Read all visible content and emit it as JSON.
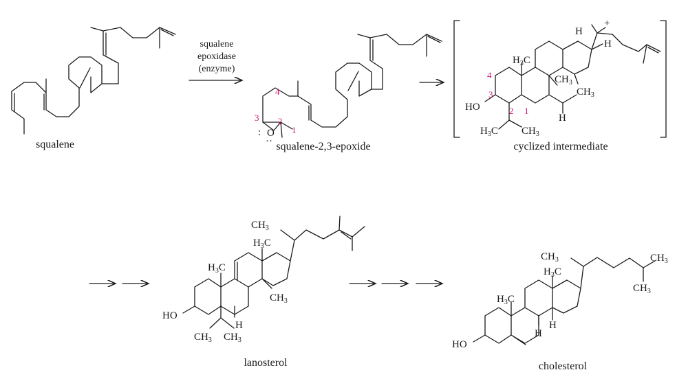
{
  "labels": {
    "squalene": "squalene",
    "epoxide": "squalene-2,3-epoxide",
    "cyclized": "cyclized intermediate",
    "lanosterol": "lanosterol",
    "cholesterol": "cholesterol"
  },
  "enzyme": {
    "line1": "squalene",
    "line2": "epoxidase",
    "line3": "(enzyme)"
  },
  "atoms": {
    "oxygen": "O",
    "lone_pair": ":",
    "ho": "HO",
    "methyl": "CH",
    "methyl_sub": "3",
    "h3c_h": "H",
    "h3c_c": "C",
    "hydrogen": "H",
    "plus": "+"
  },
  "numbering": {
    "c1": "1",
    "c2": "2",
    "c3": "3",
    "c4": "4"
  },
  "colors": {
    "numbering": "#d6187a",
    "ink": "#1a1a1a"
  }
}
